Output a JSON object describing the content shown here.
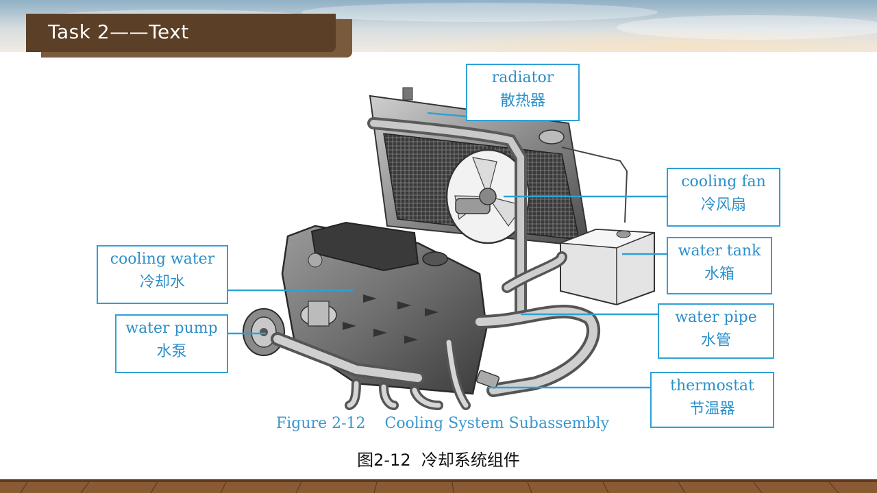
{
  "header": {
    "title": "Task 2——Text"
  },
  "labels": {
    "radiator": {
      "en": "radiator",
      "cn": "散热器"
    },
    "cooling_fan": {
      "en": "cooling fan",
      "cn": "冷风扇"
    },
    "water_tank": {
      "en": "water tank",
      "cn": "水箱"
    },
    "cooling_water": {
      "en": "cooling water",
      "cn": "冷却水"
    },
    "water_pump": {
      "en": "water pump",
      "cn": "水泵"
    },
    "water_pipe": {
      "en": "water pipe",
      "cn": "水管"
    },
    "thermostat": {
      "en": "thermostat",
      "cn": "节温器"
    }
  },
  "figure": {
    "caption_en": "Figure 2-12    Cooling System Subassembly",
    "caption_cn": "图2-12  冷却系统组件"
  },
  "colors": {
    "accent": "#2ea0d6",
    "title_bar": "#5b3f27",
    "title_shadow": "#7a5a3d",
    "floor": "#8a5a35"
  }
}
